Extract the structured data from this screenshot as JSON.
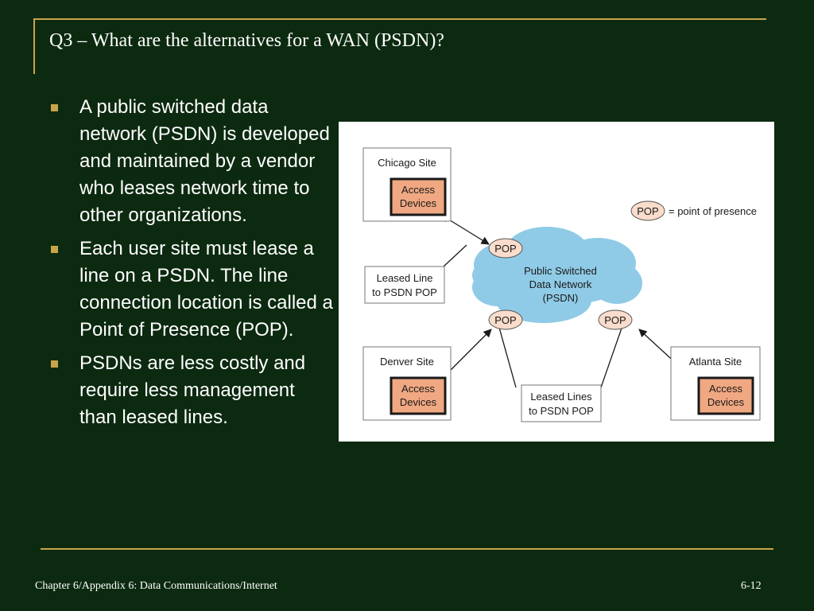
{
  "slide": {
    "title": "Q3 – What are the alternatives for a WAN (PSDN)?",
    "bullets": [
      "A public switched data network (PSDN) is developed and maintained by a vendor who leases network time to other organizations.",
      "Each user site must lease a line on a PSDN. The line connection location is called a Point of Presence (POP).",
      "PSDNs are less costly and require less management  than leased lines."
    ],
    "footer_left": "Chapter 6/Appendix 6: Data Communications/Internet",
    "footer_right": "6-12"
  },
  "diagram": {
    "sites": {
      "chicago": "Chicago Site",
      "denver": "Denver Site",
      "atlanta": "Atlanta Site"
    },
    "access_devices": [
      "Access",
      "Devices"
    ],
    "pop": "POP",
    "legend_text": "= point of presence",
    "cloud_lines": [
      "Public Switched",
      "Data Network",
      "(PSDN)"
    ],
    "leased_line_single": [
      "Leased Line",
      "to PSDN POP"
    ],
    "leased_lines_multi": [
      "Leased Lines",
      "to PSDN POP"
    ]
  },
  "colors": {
    "background": "#0c2a10",
    "accent": "#c9a44a",
    "access_fill": "#f0a882",
    "pop_fill": "#f9dccb",
    "cloud_fill": "#8fcbe6"
  }
}
